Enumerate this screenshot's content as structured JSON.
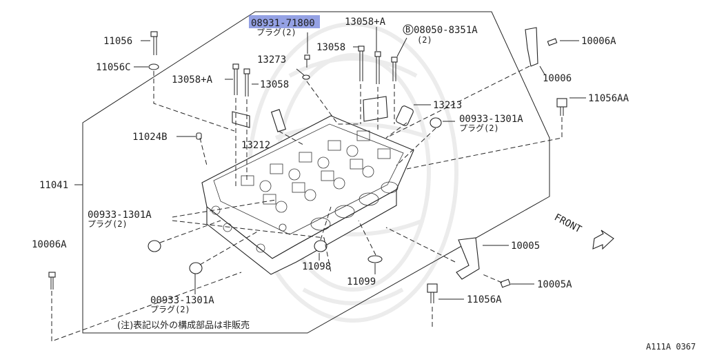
{
  "diagram": {
    "labels": {
      "p08931": "08931-71800",
      "p08931_sub": "プラグ(2)",
      "p13058A_top": "13058+A",
      "p08050": "08050-8351A",
      "p08050_circle": "B",
      "p08050_qty": "(2)",
      "p10006A_top": "10006A",
      "p11056": "11056",
      "p11056C": "11056C",
      "p13273": "13273",
      "p13058_mid": "13058",
      "p10006": "10006",
      "p13058A_left": "13058+A",
      "p13058_left": "13058",
      "p11056AA": "11056AA",
      "p13213": "13213",
      "p00933_right": "00933-1301A",
      "p00933_right_sub": "プラグ(2)",
      "p11024B": "11024B",
      "p13212": "13212",
      "p11041": "11041",
      "p00933_left": "00933-1301A",
      "p00933_left_sub": "プラグ(2)",
      "front": "FRONT",
      "p10006A_left": "10006A",
      "p10005": "10005",
      "p11098": "11098",
      "p11099": "11099",
      "p10005A": "10005A",
      "p00933_bottom": "00933-1301A",
      "p00933_bottom_sub": "プラグ(2)",
      "p11056A": "11056A",
      "note": "(注)表記以外の構成部品は非販売",
      "ref": "A111A 0367"
    },
    "highlight_color": "#5b6fd6"
  }
}
